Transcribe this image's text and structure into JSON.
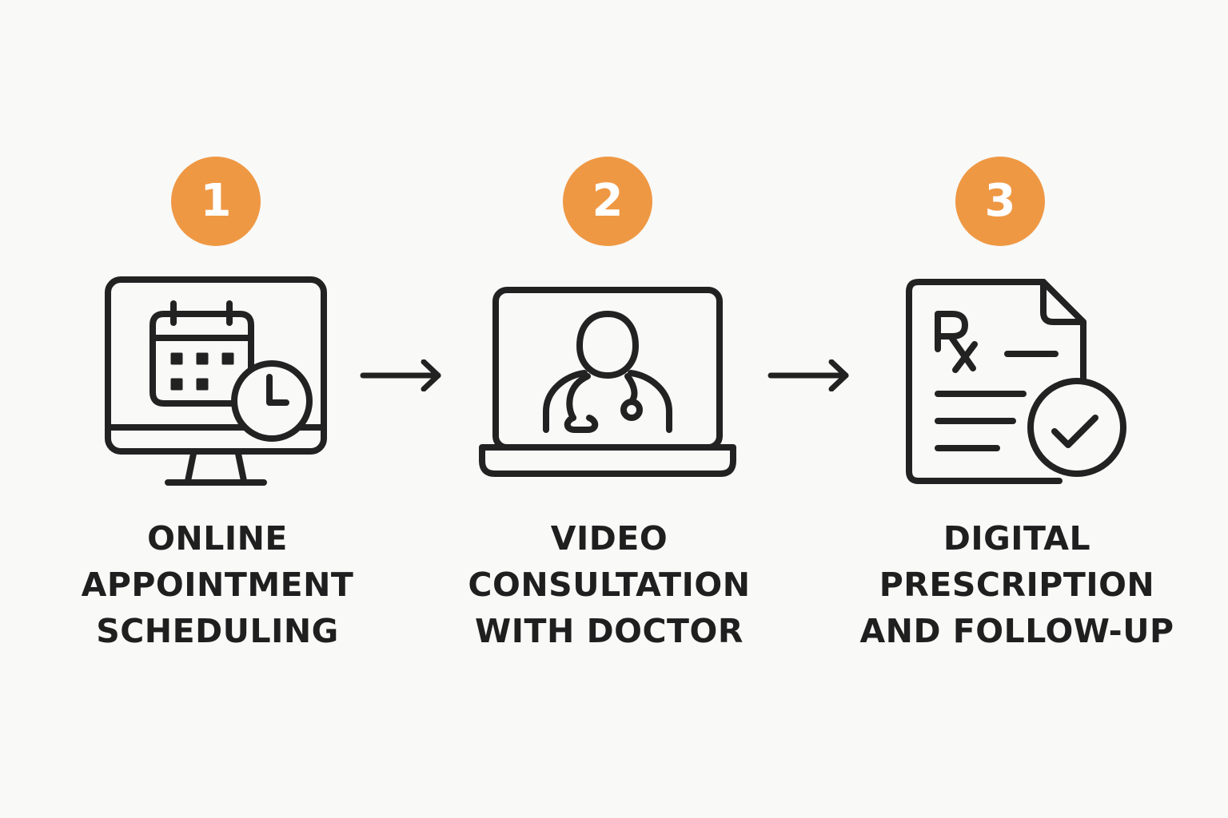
{
  "colors": {
    "badge": "#ef9844",
    "badge_text": "#ffffff",
    "line": "#222222",
    "text": "#1f1f1f",
    "background": "#f9f9f8"
  },
  "steps": [
    {
      "number": "1",
      "icon": "computer-calendar-clock-icon",
      "label_lines": [
        "ONLINE",
        "APPOINTMENT",
        "SCHEDULING"
      ]
    },
    {
      "number": "2",
      "icon": "laptop-doctor-icon",
      "label_lines": [
        "VIDEO",
        "CONSULTATION",
        "WITH DOCTOR"
      ]
    },
    {
      "number": "3",
      "icon": "prescription-checkmark-icon",
      "label_lines": [
        "DIGITAL",
        "PRESCRIPTION",
        "AND FOLLOW-UP"
      ]
    }
  ],
  "connectors": [
    "arrow-right-icon",
    "arrow-right-icon"
  ]
}
